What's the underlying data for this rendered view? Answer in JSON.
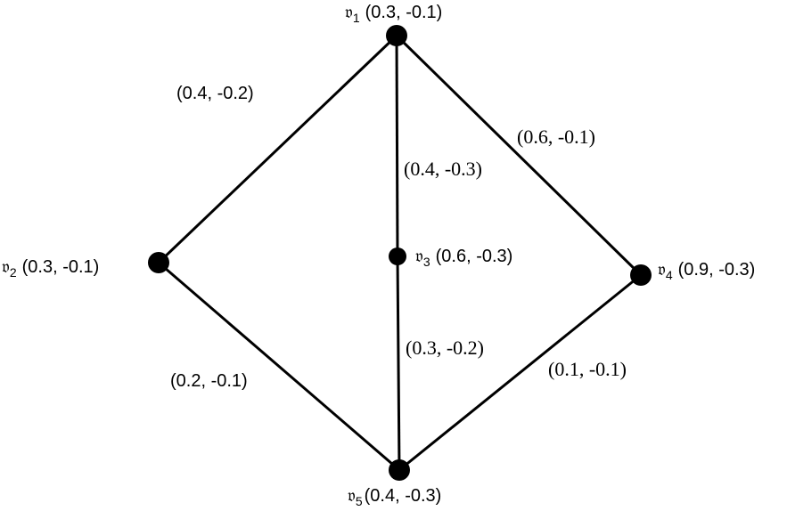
{
  "graph": {
    "nodes": [
      {
        "id": "v1",
        "symbol": "𝔳",
        "index": "1",
        "weight": "(0.3, -0.1)"
      },
      {
        "id": "v2",
        "symbol": "𝔳",
        "index": "2",
        "weight": "(0.3, -0.1)"
      },
      {
        "id": "v3",
        "symbol": "𝔳",
        "index": "3",
        "weight": "(0.6, -0.3)"
      },
      {
        "id": "v4",
        "symbol": "𝔳",
        "index": "4",
        "weight": "(0.9, -0.3)"
      },
      {
        "id": "v5",
        "symbol": "𝔳",
        "index": "5",
        "weight": "(0.4, -0.3)"
      }
    ],
    "edges": [
      {
        "id": "v1-v2",
        "from": "v1",
        "to": "v2",
        "label": "(0.4, -0.2)"
      },
      {
        "id": "v1-v3",
        "from": "v1",
        "to": "v3",
        "label": "(0.4, -0.3)"
      },
      {
        "id": "v1-v4",
        "from": "v1",
        "to": "v4",
        "label": "(0.6, -0.1)"
      },
      {
        "id": "v3-v5",
        "from": "v3",
        "to": "v5",
        "label": "(0.3, -0.2)"
      },
      {
        "id": "v2-v5",
        "from": "v2",
        "to": "v5",
        "label": "(0.2, -0.1)"
      },
      {
        "id": "v4-v5",
        "from": "v4",
        "to": "v5",
        "label": "(0.1, -0.1)"
      }
    ]
  }
}
